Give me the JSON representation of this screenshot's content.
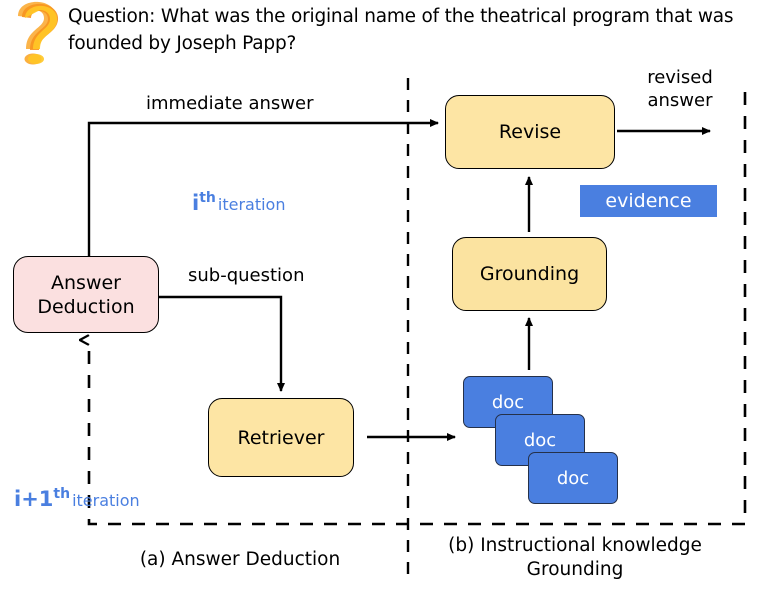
{
  "question": {
    "icon": "question-mark-icon",
    "text": "Question: What was the original name of the theatrical program that was founded by Joseph Papp?"
  },
  "nodes": {
    "answer_deduction": {
      "label": "Answer\nDeduction",
      "line1": "Answer",
      "line2": "Deduction",
      "fill": "#fbe0e0"
    },
    "retriever": {
      "label": "Retriever",
      "fill": "#fde5a4"
    },
    "revise": {
      "label": "Revise",
      "fill": "#fde5a4"
    },
    "grounding": {
      "label": "Grounding",
      "fill": "#fbe3a0"
    }
  },
  "evidence": {
    "label": "evidence",
    "fill": "#4a7fe0",
    "text_color": "#ffffff"
  },
  "docs": [
    {
      "label": "doc"
    },
    {
      "label": "doc"
    },
    {
      "label": "doc"
    }
  ],
  "edge_labels": {
    "immediate_answer": "immediate answer",
    "sub_question": "sub-question",
    "revised_answer_line1": "revised",
    "revised_answer_line2": "answer"
  },
  "iterations": {
    "current": {
      "base": "i",
      "sup": "th",
      "word": "iteration",
      "color": "#4a7fe0"
    },
    "next": {
      "base": "i+1",
      "sup": "th",
      "word": "iteration",
      "color": "#4a7fe0"
    }
  },
  "captions": {
    "a": "(a) Answer Deduction",
    "b": "(b) Instructional knowledge Grounding"
  },
  "colors": {
    "accent_blue": "#4a7fe0",
    "pink_fill": "#fbe0e0",
    "yellow_fill": "#fde5a4",
    "stroke": "#000000",
    "question_icon": "#f5a623"
  }
}
